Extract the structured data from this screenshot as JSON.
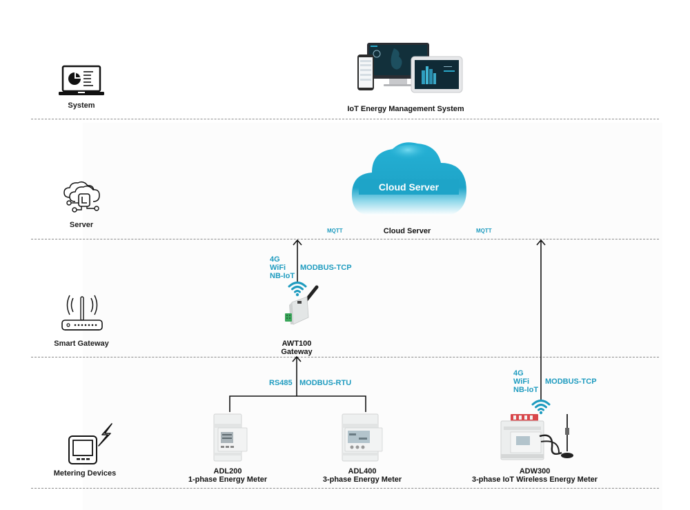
{
  "layers": [
    {
      "id": "system",
      "label": "System",
      "icon": "laptop-chart-icon"
    },
    {
      "id": "server",
      "label": "Server",
      "icon": "cloud-server-icon"
    },
    {
      "id": "gateway",
      "label": "Smart Gateway",
      "icon": "router-icon"
    },
    {
      "id": "metering",
      "label": "Metering Devices",
      "icon": "meter-lightning-icon"
    }
  ],
  "system": {
    "title": "IoT Energy Management System"
  },
  "cloud": {
    "badge": "Cloud Server",
    "label": "Cloud Server",
    "mqtt_left": "MQTT",
    "mqtt_right": "MQTT"
  },
  "gateway": {
    "model": "AWT100",
    "name": "Gateway",
    "uplink": [
      "4G",
      "WiFi",
      "NB-IoT"
    ],
    "protocol": "MODBUS-TCP"
  },
  "bus": {
    "physical": "RS485",
    "protocol": "MODBUS-RTU"
  },
  "meters": [
    {
      "model": "ADL200",
      "desc": "1-phase Energy Meter"
    },
    {
      "model": "ADL400",
      "desc": "3-phase Energy Meter"
    },
    {
      "model": "ADW300",
      "desc": "3-phase IoT Wireless Energy Meter",
      "uplink": [
        "4G",
        "WiFi",
        "NB-IoT"
      ],
      "protocol": "MODBUS-TCP"
    }
  ],
  "colors": {
    "accent": "#1e9bbf",
    "cloud": "#1ea4c8",
    "line": "#111111",
    "divider": "#8a8a8a"
  }
}
